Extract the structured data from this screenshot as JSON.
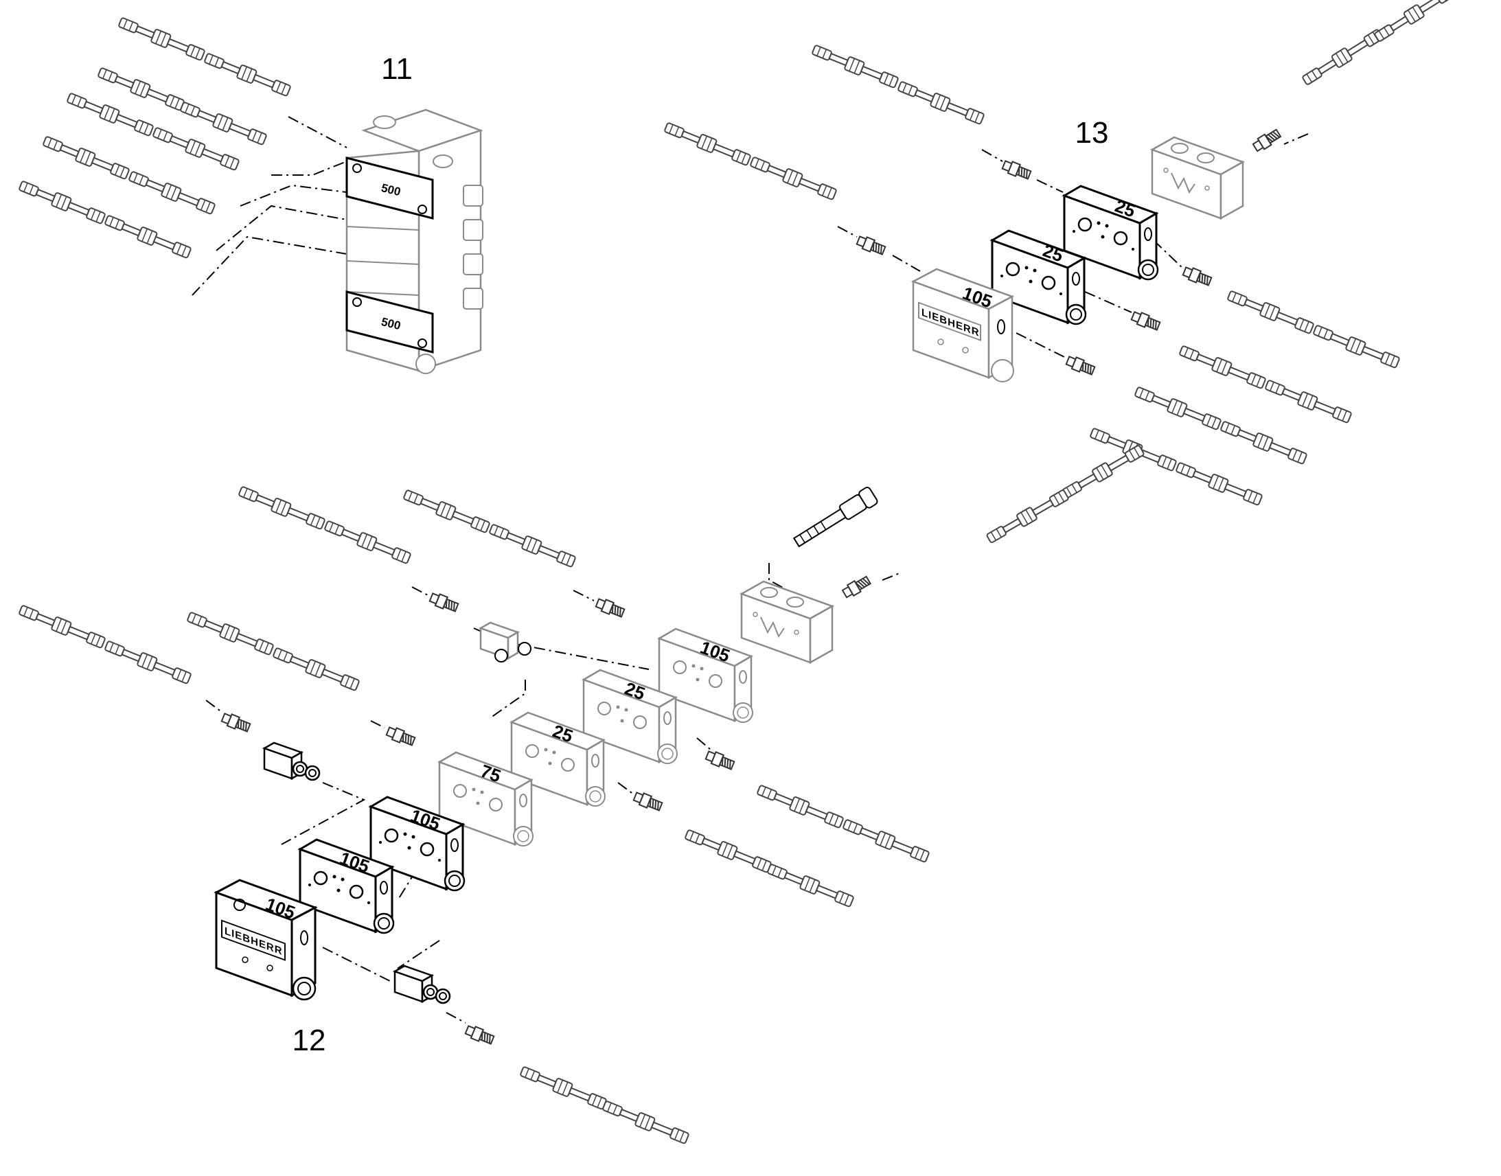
{
  "callouts": {
    "group_11": "11",
    "group_12": "12",
    "group_13": "13"
  },
  "labels": {
    "dist_top": "500",
    "dist_bottom": "500",
    "g13_back_25": "25",
    "g13_mid_25": "25",
    "g13_front_105": "105",
    "g12_back_105": "105",
    "g12_25_a": "25",
    "g12_25_b": "25",
    "g12_75": "75",
    "g12_dark_105_a": "105",
    "g12_dark_105_b": "105",
    "g12_dark_105_c": "105",
    "brand": "LIEBHERR"
  },
  "colors": {
    "dark_line": "#000000",
    "light_line": "#8a8a8a",
    "fill": "#ffffff"
  }
}
